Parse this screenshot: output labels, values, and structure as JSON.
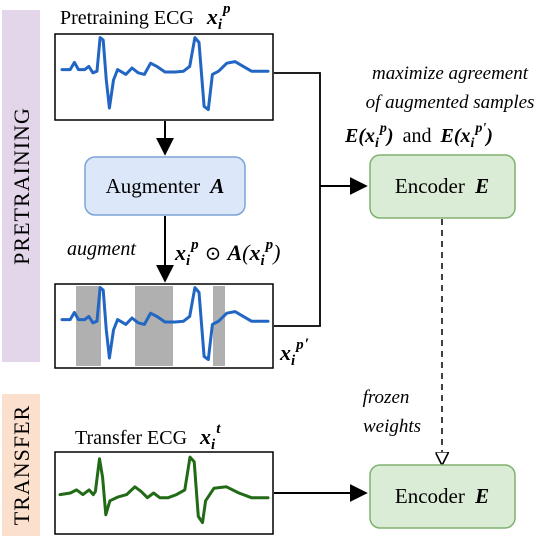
{
  "sidebar": {
    "pretraining_label": "PRETRAINING",
    "pretraining_color": "#e3d6ea",
    "transfer_label": "TRANSFER",
    "transfer_color": "#fbe1cd"
  },
  "pretraining_ecg": {
    "title_prefix": "Pretraining ECG",
    "var_main": "x",
    "var_sub": "i",
    "var_sup": "p"
  },
  "augmenter": {
    "label_prefix": "Augmenter",
    "label_var": "A",
    "fill": "#dce8fa",
    "stroke": "#7ba3d8"
  },
  "augment_step": {
    "word": "augment",
    "expr_x": "x",
    "expr_sub": "i",
    "expr_sup": "p",
    "expr_op": "⊙",
    "expr_A": "A",
    "expr_open": "(",
    "expr_inner_x": "x",
    "expr_inner_sub": "i",
    "expr_inner_sup": "p",
    "expr_close": ")"
  },
  "augmented_output": {
    "var_main": "x",
    "var_sub": "i",
    "var_sup": "p",
    "var_prime": "′"
  },
  "agreement_note": {
    "line1": "maximize agreement",
    "line2": "of augmented samples",
    "line3_E1": "E",
    "line3_open1": "(",
    "line3_x1": "x",
    "line3_sub1": "i",
    "line3_sup1": "p",
    "line3_close1": ")",
    "line3_and": "and",
    "line3_E2": "E",
    "line3_open2": "(",
    "line3_x2": "x",
    "line3_sub2": "i",
    "line3_sup2": "p",
    "line3_prime2": "'",
    "line3_close2": ")"
  },
  "encoder_top": {
    "label_prefix": "Encoder",
    "label_var": "E"
  },
  "encoder_bottom": {
    "label_prefix": "Encoder",
    "label_var": "E"
  },
  "encoder_style": {
    "fill": "#daecd6",
    "stroke": "#7fb26e"
  },
  "frozen_note": {
    "line1": "frozen",
    "line2": "weights"
  },
  "transfer_ecg": {
    "title_prefix": "Transfer ECG",
    "var_main": "x",
    "var_sub": "i",
    "var_sup": "t"
  },
  "colors": {
    "ecg_pretraining": "#2266c4",
    "ecg_augmented_dark": "#163f85",
    "ecg_transfer": "#226b16",
    "mask_gray": "#b0b0b0"
  }
}
